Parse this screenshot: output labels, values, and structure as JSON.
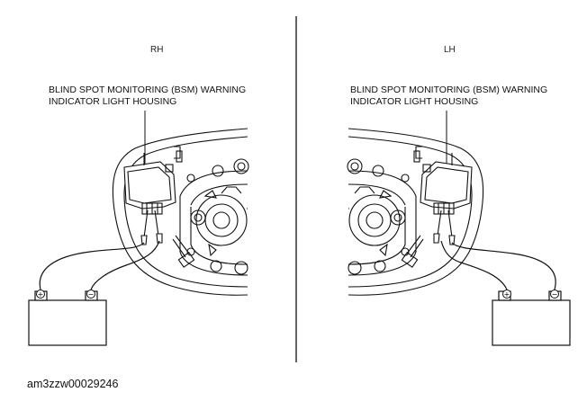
{
  "panels": {
    "rh": {
      "side_label": "RH",
      "callout_line1": "BLIND SPOT MONITORING (BSM) WARNING",
      "callout_line2": "INDICATOR LIGHT HOUSING"
    },
    "lh": {
      "side_label": "LH",
      "callout_line1": "BLIND SPOT MONITORING (BSM) WARNING",
      "callout_line2": "INDICATOR LIGHT HOUSING"
    }
  },
  "battery": {
    "positive_symbol": "+",
    "negative_symbol": "−"
  },
  "figure_id": "am3zzw00029246"
}
